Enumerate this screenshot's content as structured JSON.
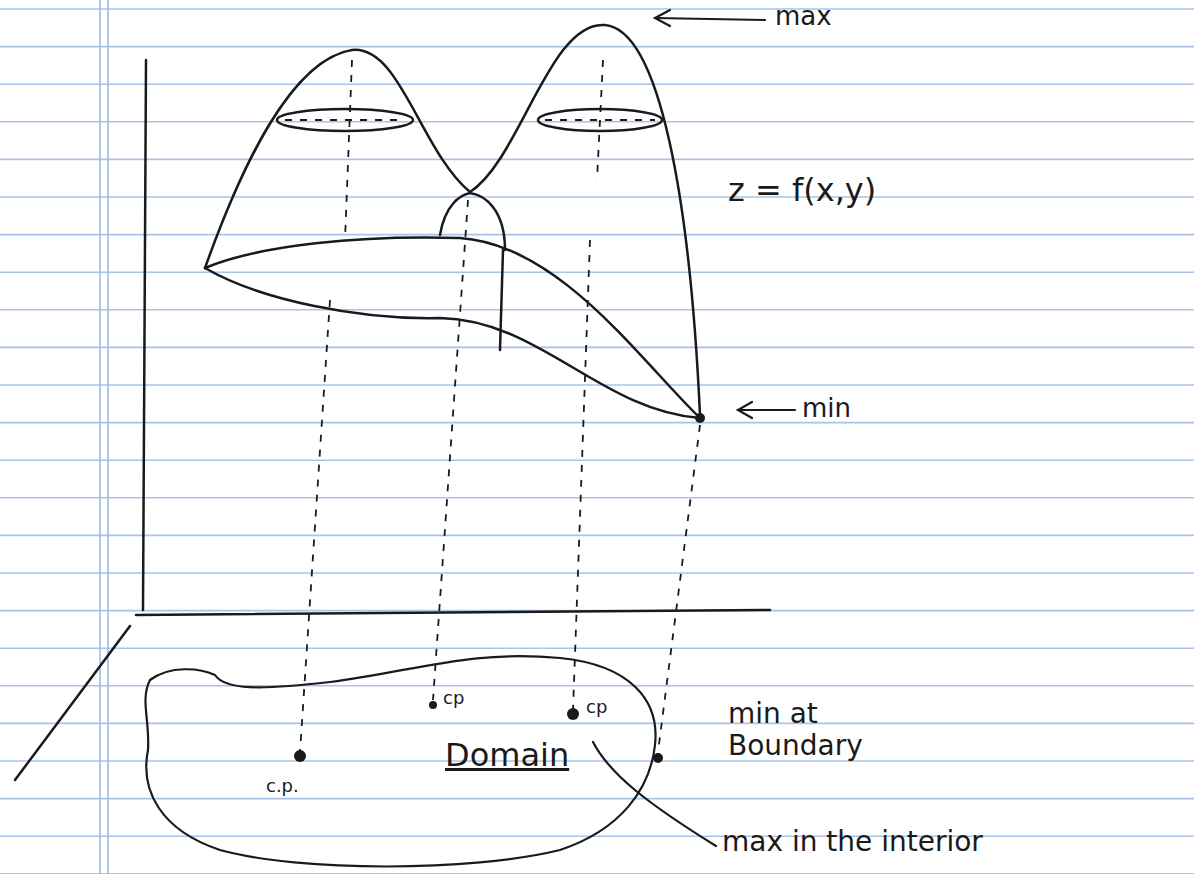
{
  "diagram": {
    "nodes": [
      {
        "text": [
          "Domain"
        ]
      }
    ],
    "labels": [
      "max",
      "z = f(x,y)",
      "min",
      "c.p.",
      "cp",
      "cp",
      "min at Boundary",
      "max in the interior"
    ]
  }
}
